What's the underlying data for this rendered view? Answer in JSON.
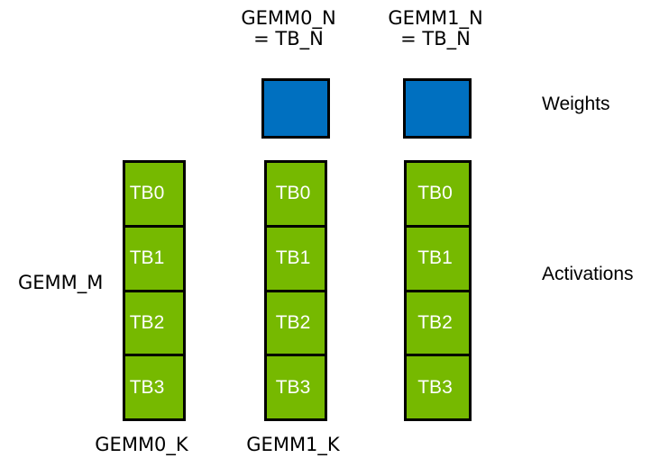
{
  "diagram": {
    "top_labels": [
      {
        "line1": "GEMM0_N",
        "line2": "= TB_N"
      },
      {
        "line1": "GEMM1_N",
        "line2": "= TB_N"
      }
    ],
    "left_label": "GEMM_M",
    "right_labels": {
      "weights": "Weights",
      "activations": "Activations"
    },
    "bottom_labels": [
      "GEMM0_K",
      "GEMM1_K"
    ],
    "weight_blocks": [
      "weight-block-gemm0",
      "weight-block-gemm1"
    ],
    "activation_columns": [
      {
        "blocks": [
          "TB0",
          "TB1",
          "TB2",
          "TB3"
        ]
      },
      {
        "blocks": [
          "TB0",
          "TB1",
          "TB2",
          "TB3"
        ]
      },
      {
        "blocks": [
          "TB0",
          "TB1",
          "TB2",
          "TB3"
        ]
      }
    ],
    "colors": {
      "activation_green": "#76B900",
      "weight_blue": "#0070C0",
      "border": "#000000",
      "tb_text": "#FFFFFF",
      "label_text": "#000000",
      "background": "#FFFFFF"
    }
  }
}
